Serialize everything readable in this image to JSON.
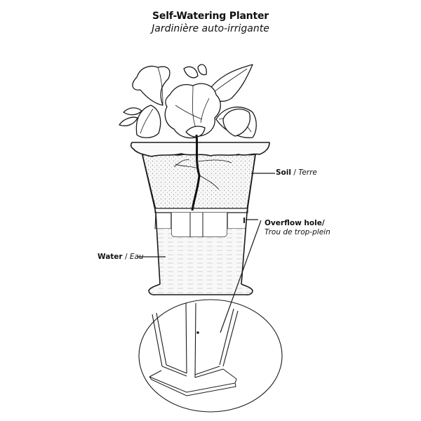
{
  "title": {
    "english": "Self-Watering Planter",
    "french": "Jardinière auto-irrigante"
  },
  "labels": {
    "soil": {
      "english": "Soil",
      "separator": " / ",
      "french": "Terre"
    },
    "overflow": {
      "english": "Overflow hole/",
      "french": "Trou de trop-plein"
    },
    "water": {
      "english": "Water",
      "separator": " / ",
      "french": "Eau"
    }
  },
  "colors": {
    "line": "#1a1a1a",
    "soil_fill": "#f1f1f1",
    "water_fill": "#f4f4f4",
    "background": "#ffffff"
  }
}
